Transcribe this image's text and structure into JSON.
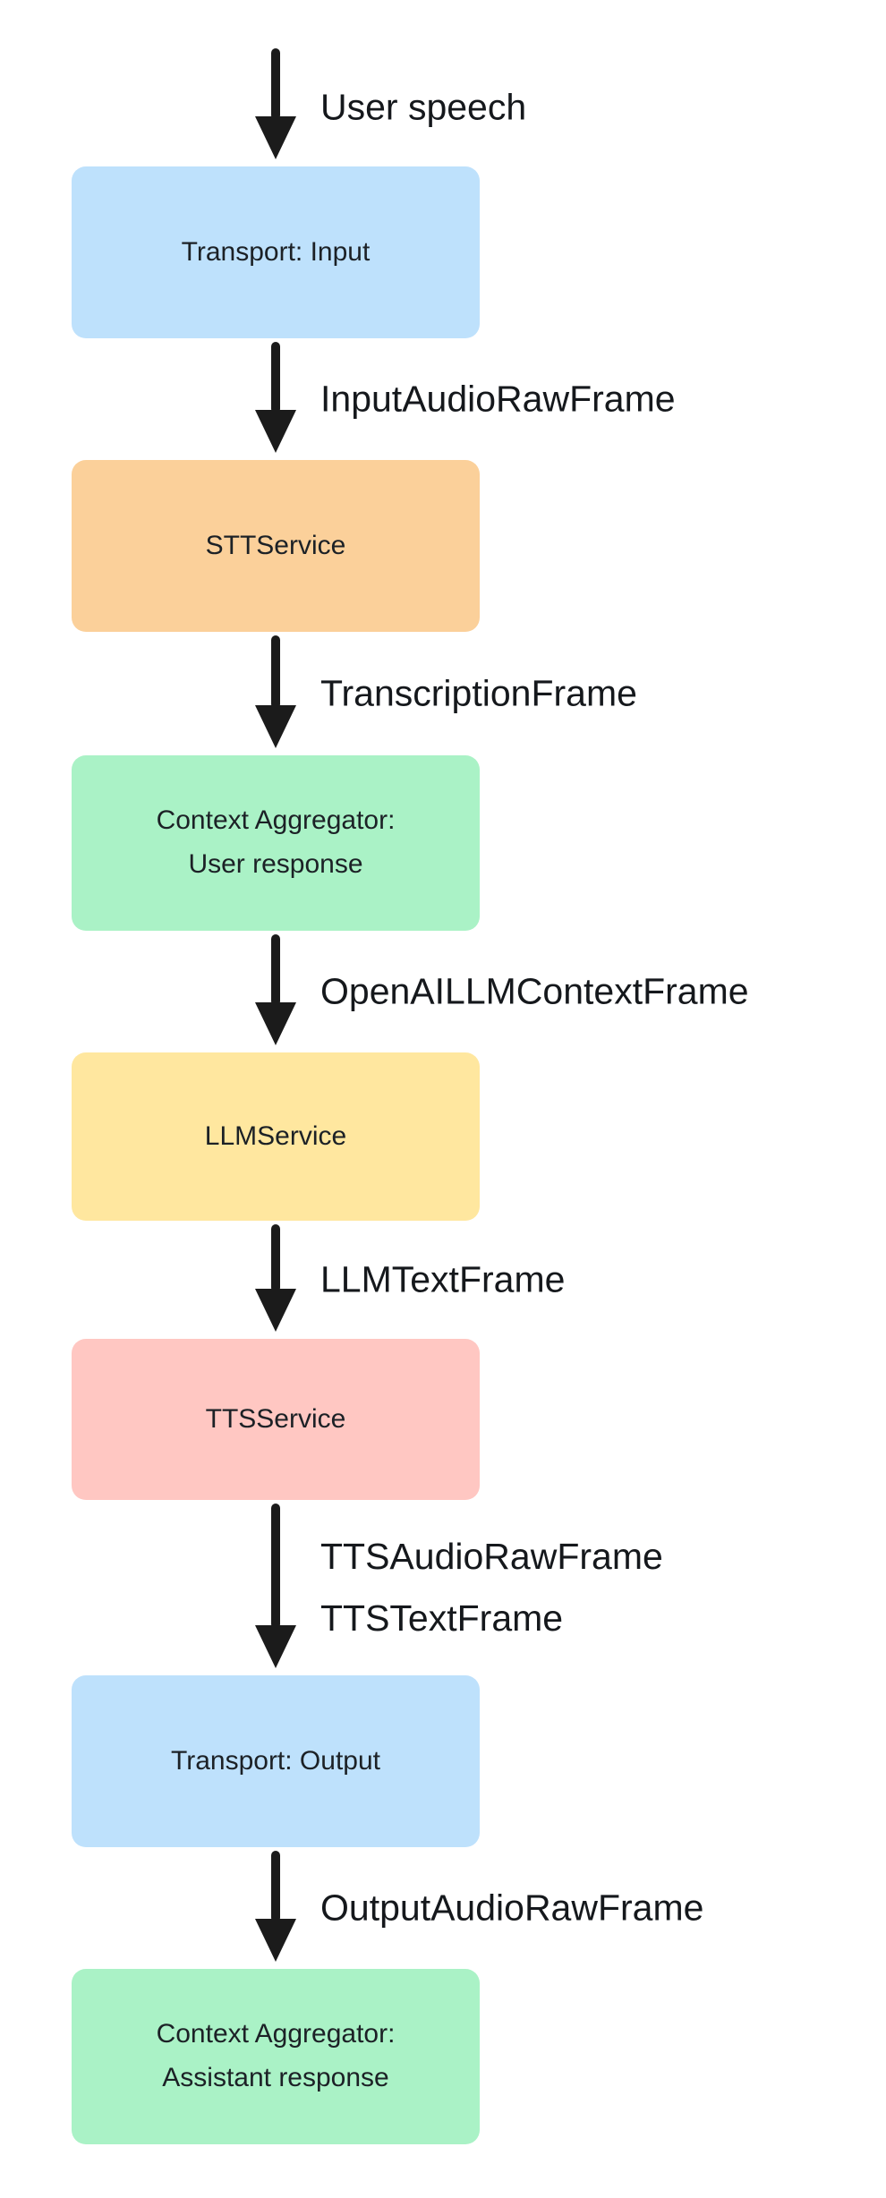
{
  "diagram": {
    "kind": "pipeline-flowchart",
    "text_color": "#1c2126",
    "arrow_color": "#1b1b1b",
    "background": "#ffffff"
  },
  "nodes": [
    {
      "id": "transport-input",
      "label": "Transport: Input",
      "color": "#bee1fc"
    },
    {
      "id": "stt-service",
      "label": "STTService",
      "color": "#fbd09a"
    },
    {
      "id": "context-aggregator-user",
      "line1": "Context Aggregator:",
      "line2": "User response",
      "color": "#aaf2c6"
    },
    {
      "id": "llm-service",
      "label": "LLMService",
      "color": "#ffe79f"
    },
    {
      "id": "tts-service",
      "label": "TTSService",
      "color": "#ffc7c2"
    },
    {
      "id": "transport-output",
      "label": "Transport: Output",
      "color": "#bee1fc"
    },
    {
      "id": "context-aggregator-assistant",
      "line1": "Context Aggregator:",
      "line2": "Assistant response",
      "color": "#aaf2c6"
    }
  ],
  "edges": [
    {
      "label": "User speech"
    },
    {
      "label": "InputAudioRawFrame"
    },
    {
      "label": "TranscriptionFrame"
    },
    {
      "label": "OpenAILLMContextFrame"
    },
    {
      "label": "LLMTextFrame"
    },
    {
      "labels": [
        "TTSAudioRawFrame",
        "TTSTextFrame"
      ]
    },
    {
      "label": "OutputAudioRawFrame"
    }
  ]
}
